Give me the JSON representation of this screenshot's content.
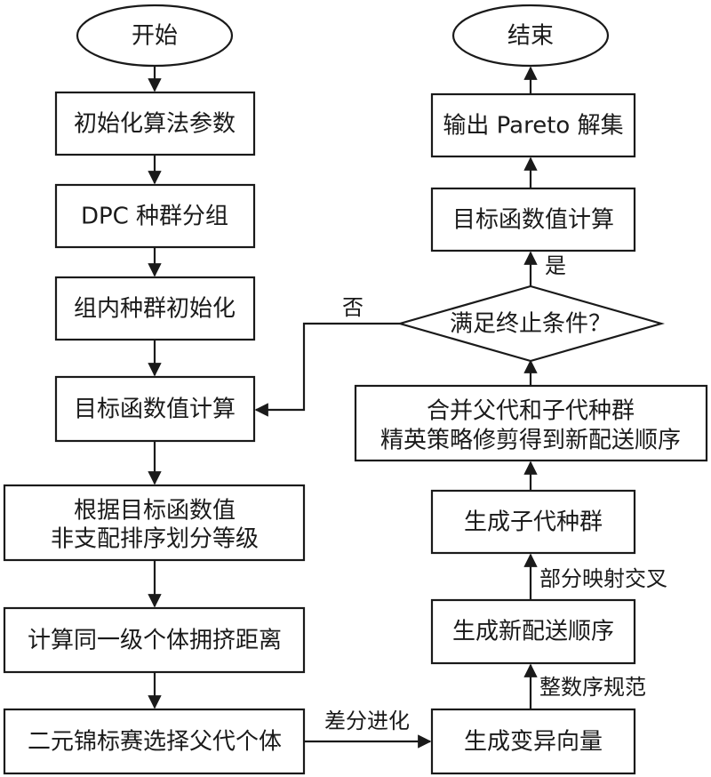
{
  "nodes": {
    "start": "开始",
    "init_params": "初始化算法参数",
    "dpc_group": "DPC 种群分组",
    "group_init": "组内种群初始化",
    "eval_left": "目标函数值计算",
    "nondom_sort": [
      "根据目标函数值",
      "非支配排序划分等级"
    ],
    "crowding": "计算同一级个体拥挤距离",
    "tournament": "二元锦标赛选择父代个体",
    "mutation_vector": "生成变异向量",
    "new_order": "生成新配送顺序",
    "offspring": "生成子代种群",
    "merge_prune": [
      "合并父代和子代种群",
      "精英策略修剪得到新配送顺序"
    ],
    "stop_check": "满足终止条件？",
    "eval_right": "目标函数值计算",
    "output": "输出 Pareto 解集",
    "end": "结束"
  },
  "edges": {
    "diff_evolution": "差分进化",
    "integer_order": "整数序规范",
    "pmx": "部分映射交叉",
    "yes": "是",
    "no": "否"
  }
}
